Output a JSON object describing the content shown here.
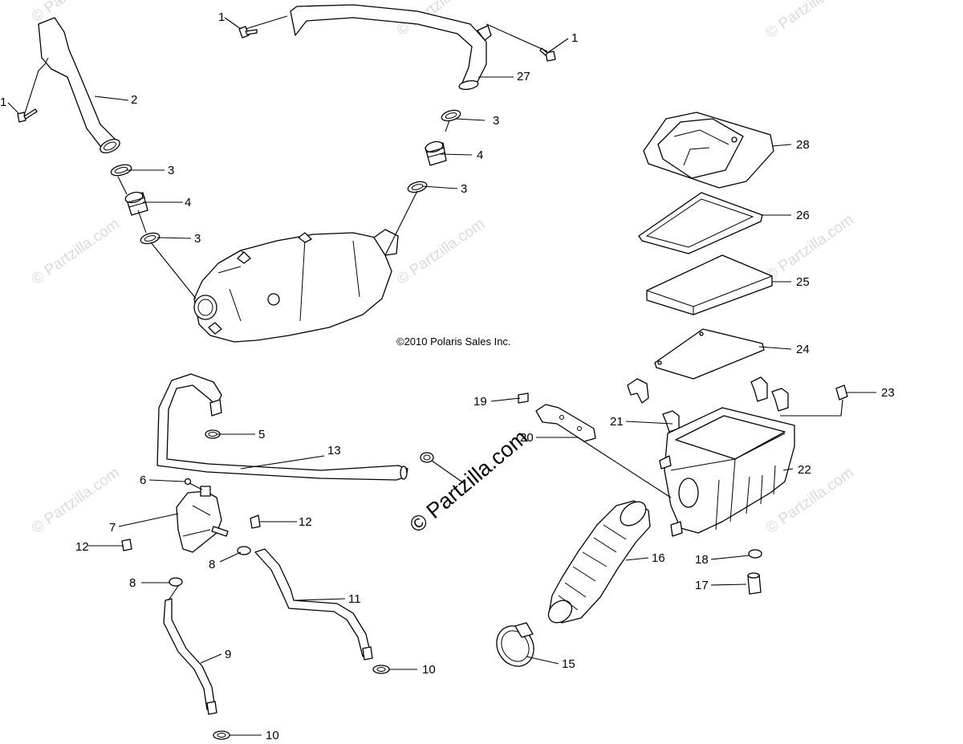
{
  "copyright": "©2010 Polaris Sales Inc.",
  "watermark": "© Partzilla.com",
  "watermark_center": "© Partzilla.com",
  "callouts": {
    "c1a": "1",
    "c1b": "1",
    "c1c": "1",
    "c2": "2",
    "c3a": "3",
    "c3b": "3",
    "c3c": "3",
    "c3d": "3",
    "c4a": "4",
    "c4b": "4",
    "c5": "5",
    "c6": "6",
    "c7": "7",
    "c8a": "8",
    "c8b": "8",
    "c9": "9",
    "c10a": "10",
    "c10b": "10",
    "c11": "11",
    "c12a": "12",
    "c12b": "12",
    "c13": "13",
    "c15": "15",
    "c16": "16",
    "c17": "17",
    "c18": "18",
    "c19": "19",
    "c20": "20",
    "c21": "21",
    "c22": "22",
    "c23": "23",
    "c24": "24",
    "c25": "25",
    "c26": "26",
    "c27": "27",
    "c28": "28"
  }
}
